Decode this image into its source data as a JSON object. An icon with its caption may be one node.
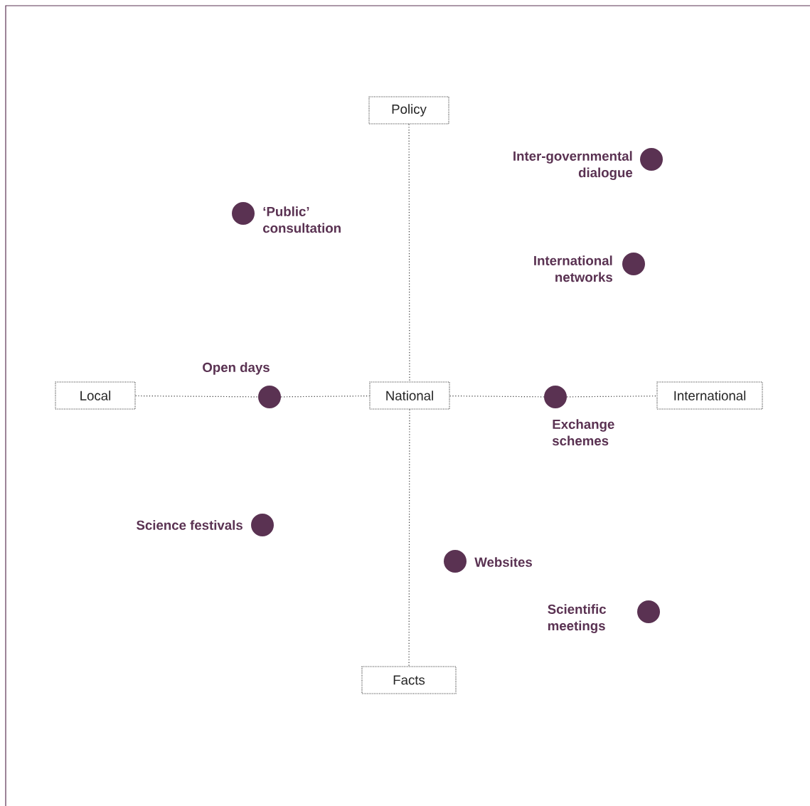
{
  "diagram": {
    "nodes": [
      {
        "text": [
          "Policy"
        ]
      },
      {
        "text": [],
        "shape": "circle",
        "beside": [
          "Inter-governmental dialogue"
        ]
      },
      {
        "text": [],
        "shape": "circle",
        "beside": [
          "‘Public’ consultation"
        ]
      },
      {
        "text": [],
        "shape": "circle",
        "beside": [
          "International networks"
        ]
      },
      {
        "text": [],
        "shape": "circle",
        "beside": [
          "Open days"
        ]
      },
      {
        "text": [
          "Local"
        ]
      },
      {
        "text": [
          "National"
        ]
      },
      {
        "text": [
          "International"
        ]
      },
      {
        "text": [],
        "shape": "circle",
        "beside": [
          "Exchange schemes"
        ]
      },
      {
        "text": [],
        "shape": "circle",
        "beside": [
          "Science festivals"
        ]
      },
      {
        "text": [],
        "shape": "circle",
        "beside": [
          "Websites"
        ]
      },
      {
        "text": [],
        "shape": "circle",
        "beside": [
          "Scientific meetings"
        ]
      },
      {
        "text": [
          "Facts"
        ]
      }
    ],
    "edges": [
      {
        "from": 5,
        "to": 4,
        "arrow": "none"
      },
      {
        "from": 4,
        "to": 6,
        "arrow": "none"
      },
      {
        "from": 6,
        "to": 8,
        "arrow": "none"
      },
      {
        "from": 8,
        "to": 7,
        "arrow": "none"
      },
      {
        "from": 0,
        "to": 6,
        "arrow": "none"
      },
      {
        "from": 6,
        "to": 12,
        "arrow": "none"
      }
    ]
  }
}
